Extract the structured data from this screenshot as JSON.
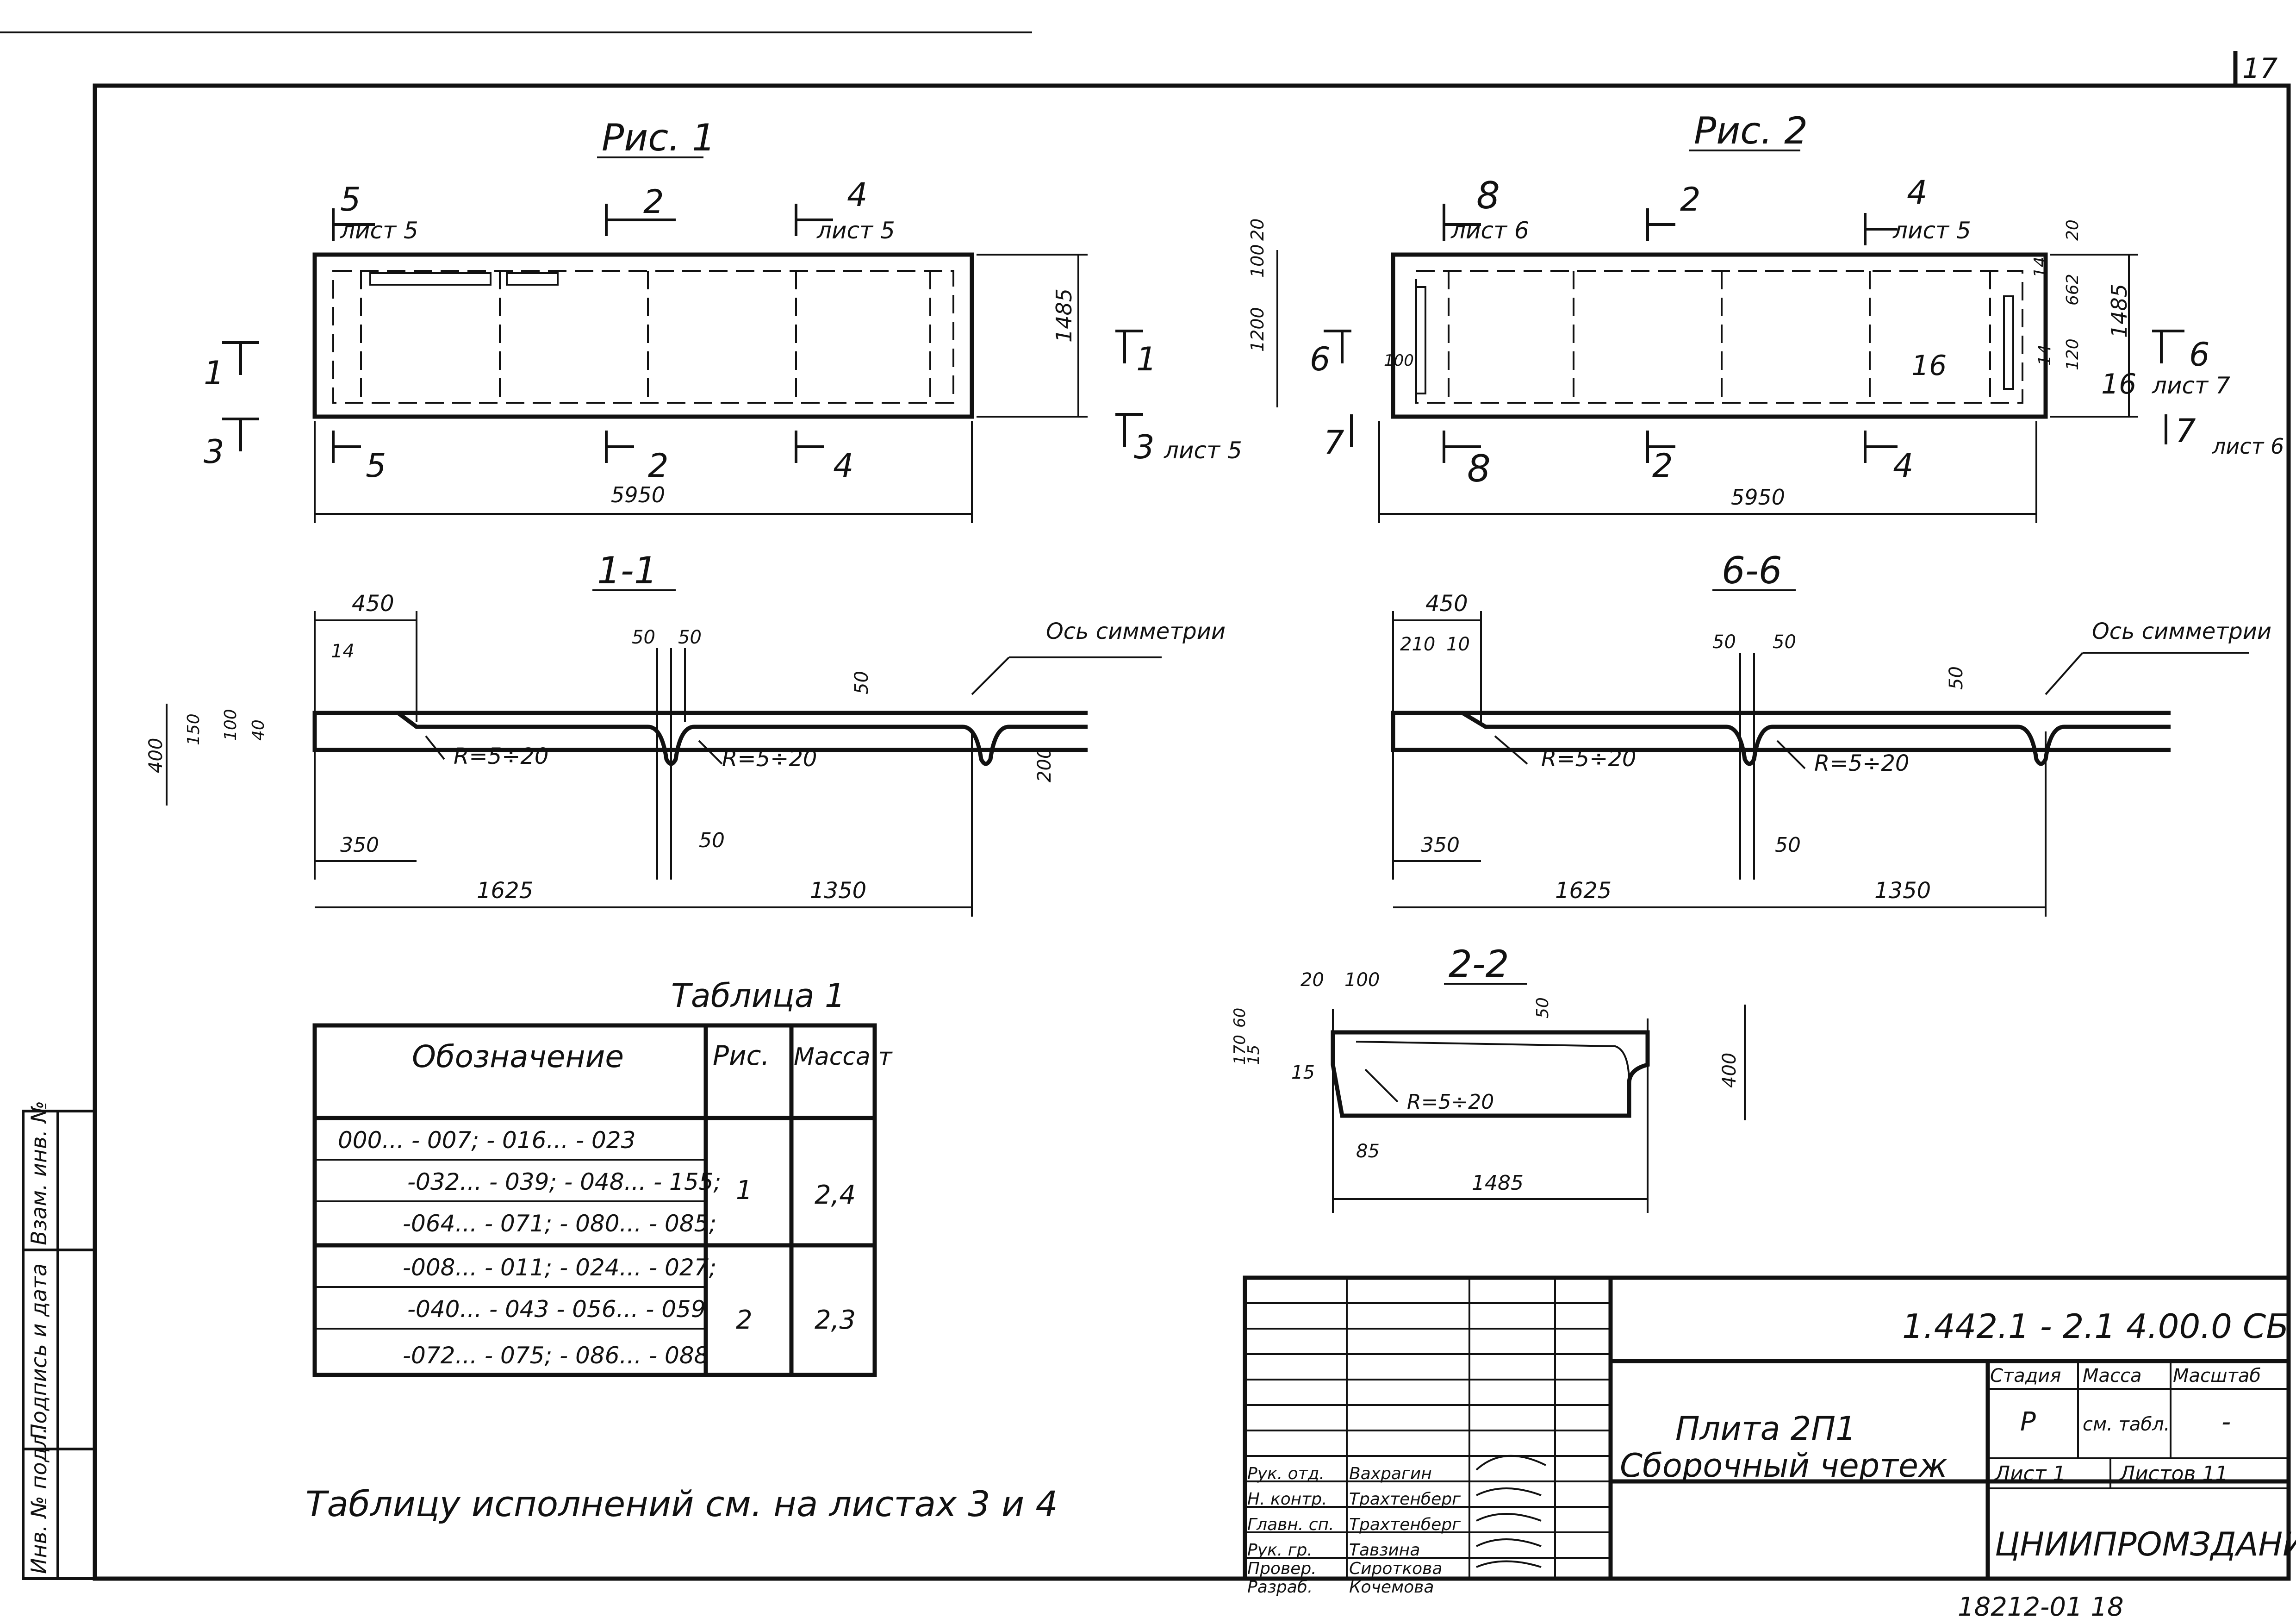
{
  "page": {
    "sheet_number": "17",
    "bottom_note": "18212-01 18"
  },
  "fig1": {
    "title": "Рис. 1",
    "cut_labels": [
      "5",
      "2",
      "4",
      "5",
      "2",
      "4"
    ],
    "sheet_refs": [
      "лист 5",
      "лист 5",
      "лист 5"
    ],
    "side_marks": [
      "1",
      "3",
      "1",
      "3"
    ],
    "dim_width": "5950",
    "dim_height": "1485"
  },
  "fig2": {
    "title": "Рис. 2",
    "cut_labels": [
      "8",
      "2",
      "4",
      "8",
      "2",
      "4"
    ],
    "sheet_refs": [
      "лист 6",
      "лист 5",
      "лист 7",
      "лист 6"
    ],
    "side_marks": [
      "6",
      "7",
      "16",
      "16",
      "6",
      "7"
    ],
    "dim_width": "5950",
    "dim_height": "1485",
    "dims_left": [
      "20",
      "100",
      "1200",
      "100"
    ],
    "dims_right": [
      "20",
      "14",
      "662",
      "120",
      "14"
    ]
  },
  "section11": {
    "title": "1-1",
    "dims": [
      "450",
      "14",
      "400",
      "150",
      "100",
      "40",
      "50",
      "50",
      "50",
      "200",
      "350",
      "50",
      "1625",
      "1350"
    ],
    "radius1": "R=5÷20",
    "radius2": "R=5÷20",
    "axis_label": "Ось симметрии"
  },
  "section66": {
    "title": "6-6",
    "dims": [
      "450",
      "210",
      "10",
      "50",
      "50",
      "50",
      "350",
      "50",
      "1625",
      "1350"
    ],
    "radius1": "R=5÷20",
    "radius2": "R=5÷20",
    "axis_label": "Ось симметрии"
  },
  "section22": {
    "title": "2-2",
    "dims": [
      "20",
      "100",
      "50",
      "60",
      "170",
      "15",
      "15",
      "85",
      "400",
      "1485"
    ],
    "radius": "R=5÷20"
  },
  "table1": {
    "title": "Таблица 1",
    "headers": [
      "Обозначение",
      "Рис.",
      "Масса т"
    ],
    "groups": [
      {
        "rows": [
          "000... - 007; - 016... - 023",
          "-032... - 039; - 048... - 155;",
          "-064... - 071; - 080... - 085;"
        ],
        "fig": "1",
        "mass": "2,4"
      },
      {
        "rows": [
          "-008... - 011; - 024... - 027;",
          "-040... - 043 - 056... - 059",
          "-072... - 075; - 086... - 088"
        ],
        "fig": "2",
        "mass": "2,3"
      }
    ]
  },
  "note": "Таблицу исполнений см. на листах 3 и 4",
  "left_strip": [
    "Взам. инв. №",
    "Подпись и дата",
    "Инв. № подл."
  ],
  "title_block": {
    "code": "1.442.1 - 2.1 4.00.0 СБ",
    "name_line1": "Плита 2П1",
    "name_line2": "Сборочный чертеж",
    "stage_headers": [
      "Стадия",
      "Масса",
      "Масштаб"
    ],
    "stage_values": [
      "Р",
      "см. табл.",
      "-"
    ],
    "sheet_label": "Лист 1",
    "sheets_label": "Листов 11",
    "organization": "ЦНИИПРОМЗДАНИЙ",
    "roles": [
      {
        "role": "Рук. отд.",
        "name": "Вахрагин"
      },
      {
        "role": "Н. контр.",
        "name": "Трахтенберг"
      },
      {
        "role": "Главн. сп.",
        "name": "Трахтенберг"
      },
      {
        "role": "Рук. гр.",
        "name": "Тавзина"
      },
      {
        "role": "Провер.",
        "name": "Сироткова"
      },
      {
        "role": "Разраб.",
        "name": "Кочемова"
      }
    ]
  }
}
